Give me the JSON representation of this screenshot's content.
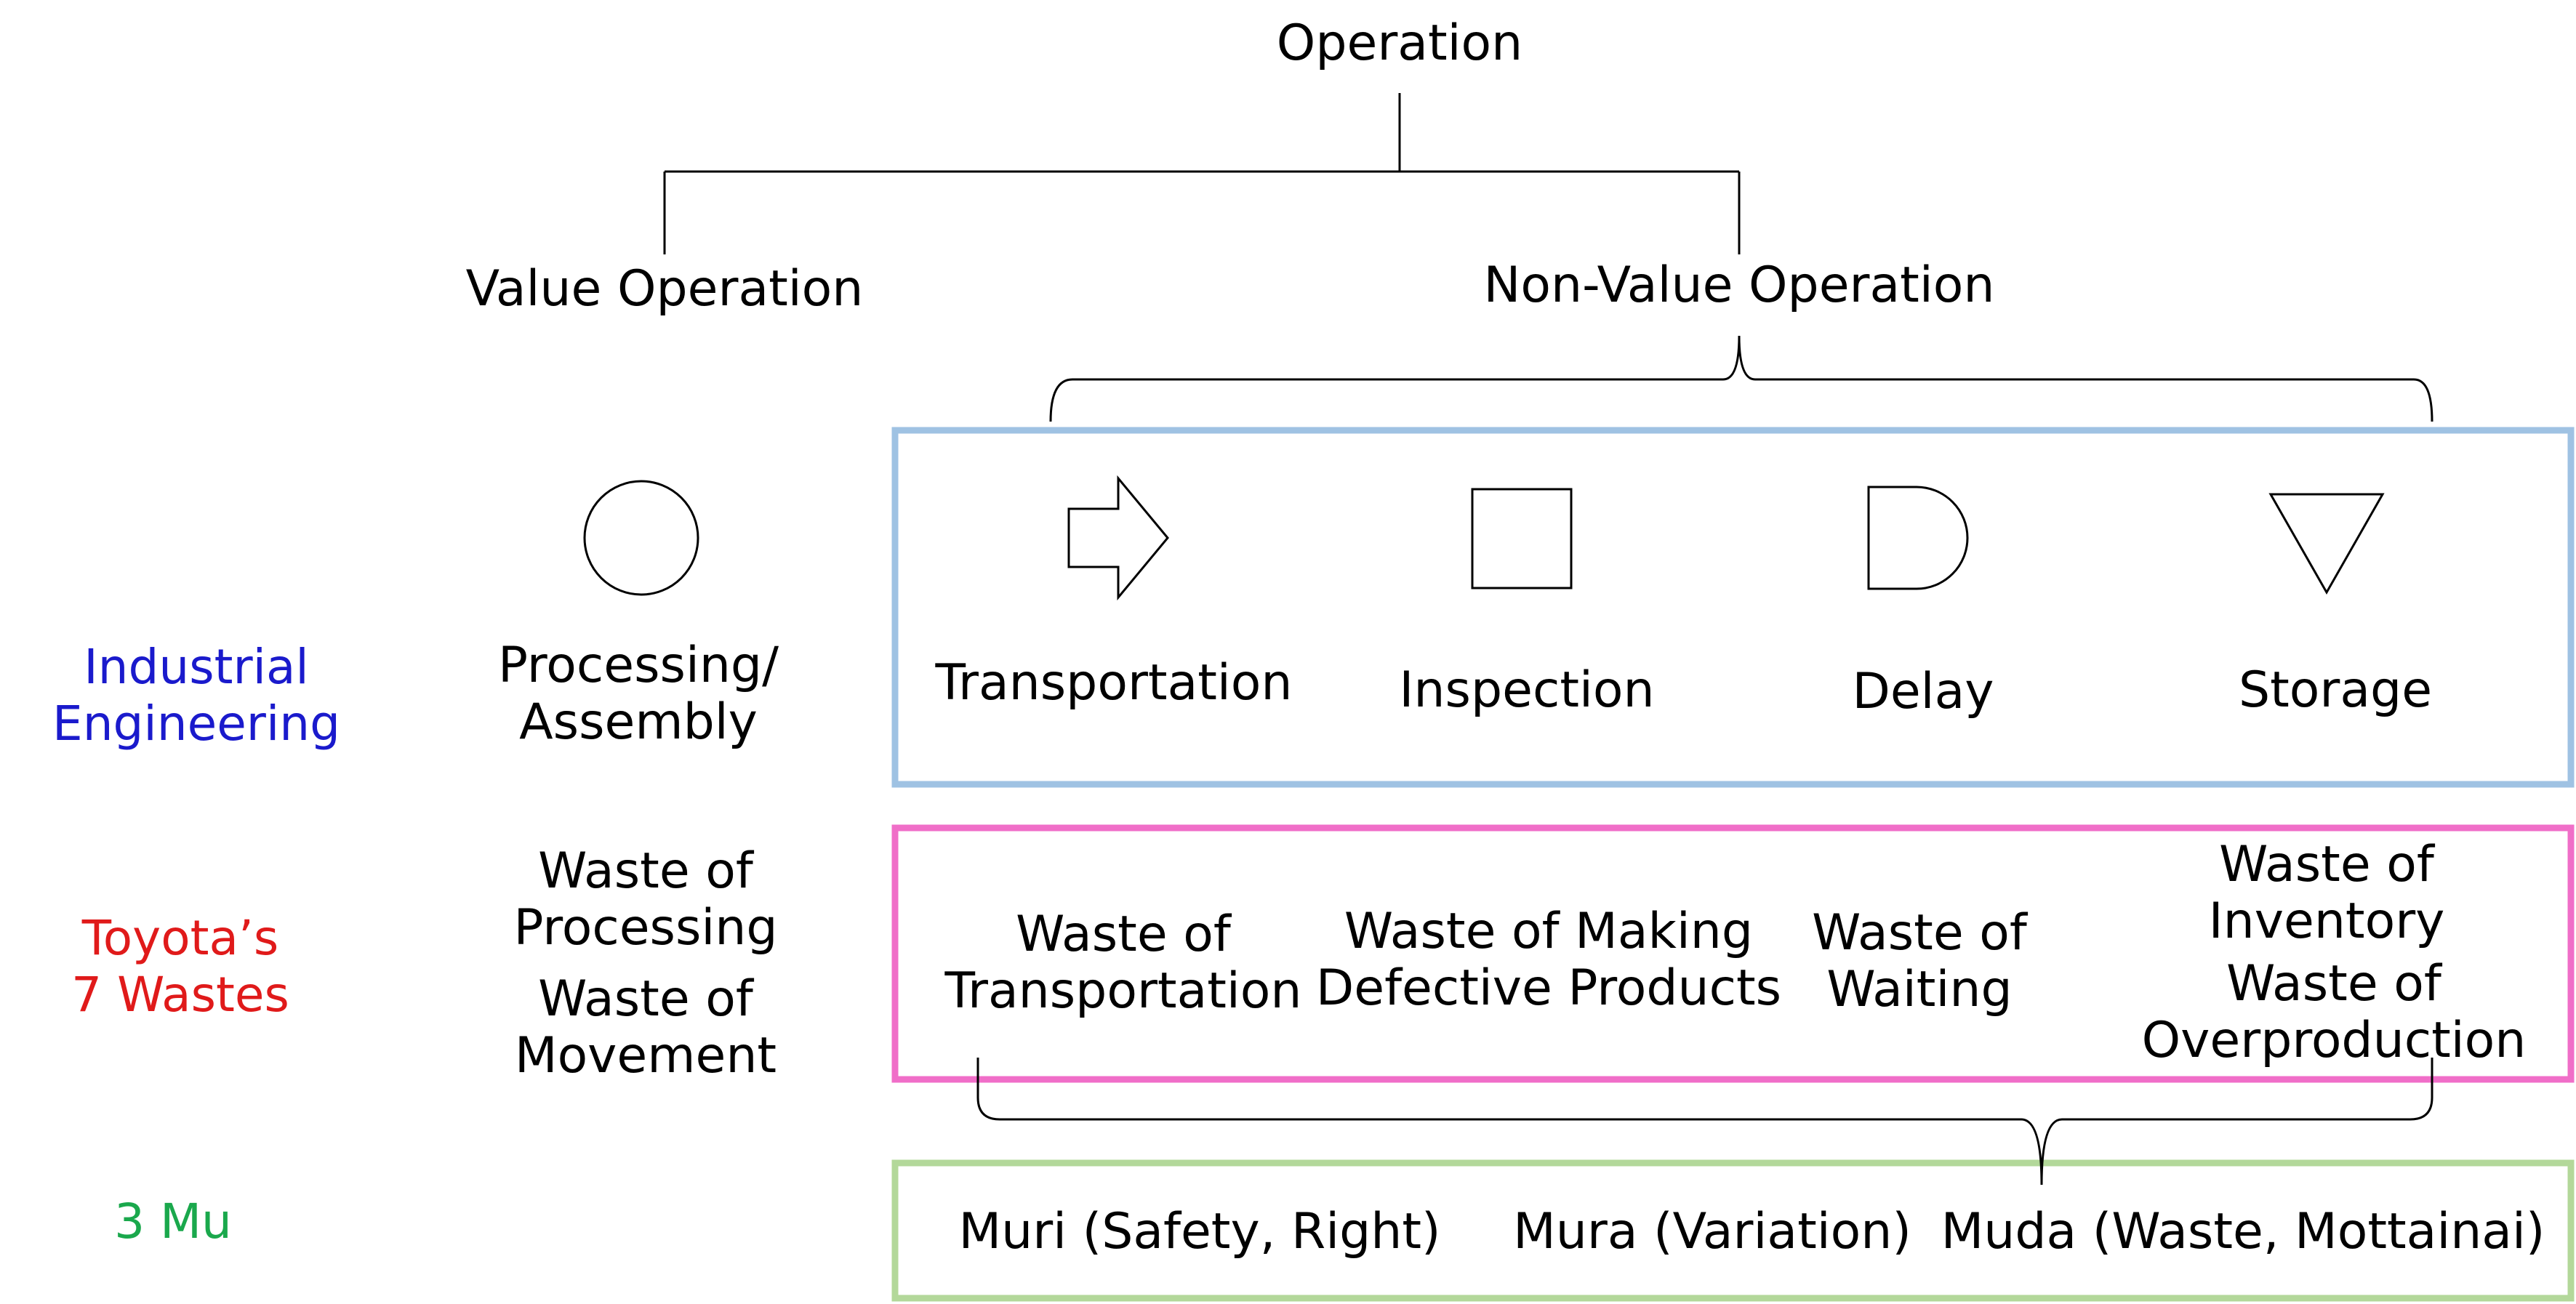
{
  "root": "Operation",
  "branches": {
    "value": "Value Operation",
    "non_value": "Non-Value Operation"
  },
  "row_labels": {
    "industrial_engineering": [
      "Industrial",
      "Engineering"
    ],
    "toyota_wastes": [
      "Toyota’s",
      "7 Wastes"
    ],
    "three_mu": "3 Mu"
  },
  "colors": {
    "industrial_engineering": "#1a1acc",
    "toyota_wastes": "#e01a1a",
    "three_mu": "#1aa84c",
    "ie_box": "#9fc2e3",
    "toyota_box": "#f06ec8",
    "mu_box": "#b3d89a"
  },
  "symbols": {
    "processing": "circle-icon",
    "transportation": "arrow-icon",
    "inspection": "square-icon",
    "delay": "d-shape-icon",
    "storage": "triangle-icon"
  },
  "ie": {
    "processing": [
      "Processing/",
      "Assembly"
    ],
    "transportation": "Transportation",
    "inspection": "Inspection",
    "delay": "Delay",
    "storage": "Storage"
  },
  "wastes": {
    "processing": [
      "Waste of",
      "Processing"
    ],
    "movement": [
      "Waste of",
      "Movement"
    ],
    "transportation": [
      "Waste of",
      "Transportation"
    ],
    "defective": [
      "Waste of Making",
      "Defective Products"
    ],
    "waiting": [
      "Waste of",
      "Waiting"
    ],
    "inventory": [
      "Waste of",
      "Inventory"
    ],
    "overproduction": [
      "Waste of",
      "Overproduction"
    ]
  },
  "mu": {
    "muri": "Muri (Safety, Right)",
    "mura": "Mura (Variation)",
    "muda": "Muda (Waste, Mottainai)"
  }
}
